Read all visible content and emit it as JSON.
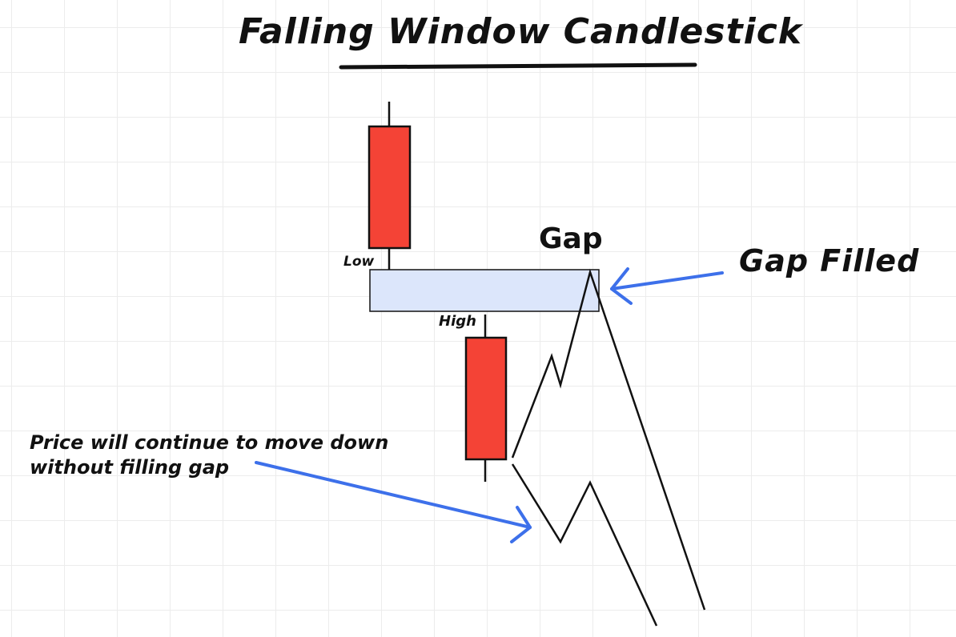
{
  "title": "Falling Window Candlestick",
  "labels": {
    "low": "Low",
    "high": "High",
    "gap": "Gap",
    "gap_filled": "Gap Filled",
    "note_line1": "Price will continue to move down",
    "note_line2": "without filling gap"
  },
  "colors": {
    "candle_bearish": "#f44336",
    "gap_zone_fill": "#dce6fb",
    "arrow": "#3d70ea",
    "ink": "#111111"
  }
}
